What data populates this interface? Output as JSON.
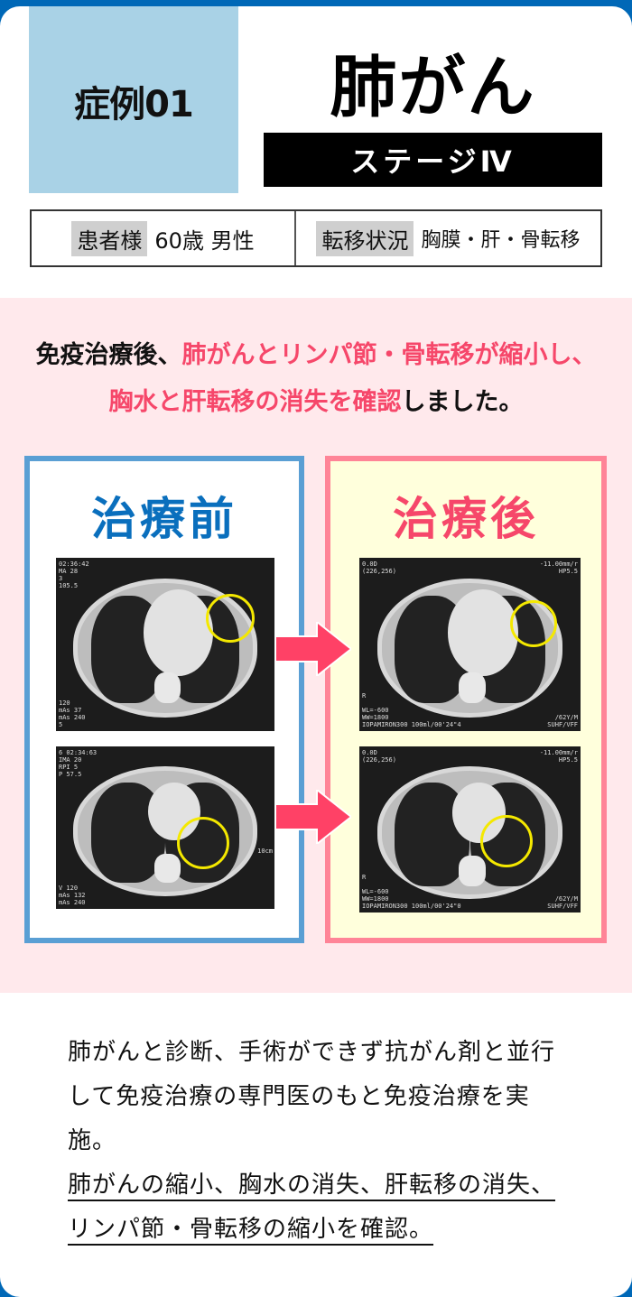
{
  "header": {
    "case_label": "症例01",
    "disease": "肺がん",
    "stage": "ステージⅣ"
  },
  "info": {
    "patient_key": "患者様",
    "patient_value": "60歳 男性",
    "metastasis_key": "転移状況",
    "metastasis_value": "胸膜・肝・骨転移"
  },
  "headline": {
    "part1": "免疫治療後、",
    "part2_highlight": "肺がんとリンパ節・骨転移が縮小し、",
    "part3_highlight": "胸水と肝転移の消失を確認",
    "part4": "しました。"
  },
  "comparison": {
    "before": {
      "title": "治療前",
      "images": [
        {
          "alt": "CT scan before treatment, upper slice",
          "overlay_top_left": "02:36:42\nMA 28\n3\n105.5",
          "overlay_bottom_left": "120\nmAs 37\nmAs 240\n5"
        },
        {
          "alt": "CT scan before treatment, lower slice",
          "overlay_top_left": "6 02:34:63\nIMA 20\nRPI 5\nP 57.5",
          "overlay_bottom_left": "V 120\nmAs 132\nmAs 240",
          "overlay_right": "10cm"
        }
      ]
    },
    "after": {
      "title": "治療後",
      "images": [
        {
          "alt": "CT scan after treatment, upper slice",
          "overlay_top_left": "0.0D\n(226,256)",
          "overlay_top_right": "-11.00mm/r\nHP5.5",
          "overlay_bottom_left": "R\n\nWL=-600\nWW=1800\nIOPAMIRON300 100ml/00'24\"4",
          "overlay_bottom_right": "/62Y/M\nSUHF/VFF"
        },
        {
          "alt": "CT scan after treatment, lower slice",
          "overlay_top_left": "0.0D\n(226,256)",
          "overlay_top_right": "-11.00mm/r\nHP5.5",
          "overlay_bottom_left": "R\n\nWL=-600\nWW=1800\nIOPAMIRON300 100ml/00'24\"0",
          "overlay_bottom_right": "/62Y/M\nSUHF/VFF"
        }
      ]
    },
    "arrow_color": "#ff4166"
  },
  "notes": {
    "plain": "肺がんと診断、手術ができず抗がん剤と並行して免疫治療の専門医のもと免疫治療を実施。",
    "underlined": "肺がんの縮小、胸水の消失、肝転移の消失、リンパ節・骨転移の縮小を確認。"
  },
  "colors": {
    "frame_blue": "#0068b7",
    "case_box": "#a9d2e6",
    "pink_bg": "#ffe9ec",
    "highlight_red": "#f6476a",
    "before_border": "#5a9fd4",
    "after_border": "#ff8497",
    "after_bg": "#ffffdc",
    "circle_yellow": "#f4e800"
  }
}
